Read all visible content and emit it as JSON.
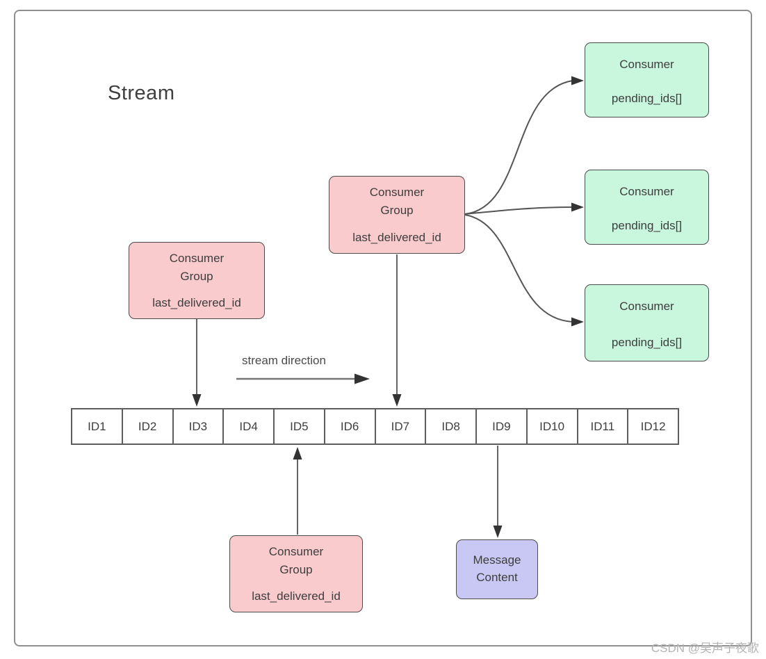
{
  "title": "Stream",
  "watermark": "CSDN @吴声子夜歌",
  "stream": {
    "direction_label": "stream direction",
    "cells": [
      "ID1",
      "ID2",
      "ID3",
      "ID4",
      "ID5",
      "ID6",
      "ID7",
      "ID8",
      "ID9",
      "ID10",
      "ID11",
      "ID12"
    ]
  },
  "consumer_group_left": {
    "title": "Consumer\nGroup",
    "field": "last_delivered_id"
  },
  "consumer_group_middle": {
    "title": "Consumer\nGroup",
    "field": "last_delivered_id"
  },
  "consumer_group_bottom": {
    "title": "Consumer\nGroup",
    "field": "last_delivered_id"
  },
  "consumers": [
    {
      "title": "Consumer",
      "field": "pending_ids[]"
    },
    {
      "title": "Consumer",
      "field": "pending_ids[]"
    },
    {
      "title": "Consumer",
      "field": "pending_ids[]"
    }
  ],
  "message_content": {
    "label": "Message\nContent"
  },
  "colors": {
    "consumer_group_fill": "#f9cbcd",
    "consumer_fill": "#c9f7dd",
    "message_fill": "#c9c8f5",
    "box_stroke": "#4a4a4a",
    "arrow_line": "#666666",
    "arrow_head": "#333333",
    "frame_stroke": "#8f8f8f",
    "watermark_text": "#b3b3b3"
  }
}
